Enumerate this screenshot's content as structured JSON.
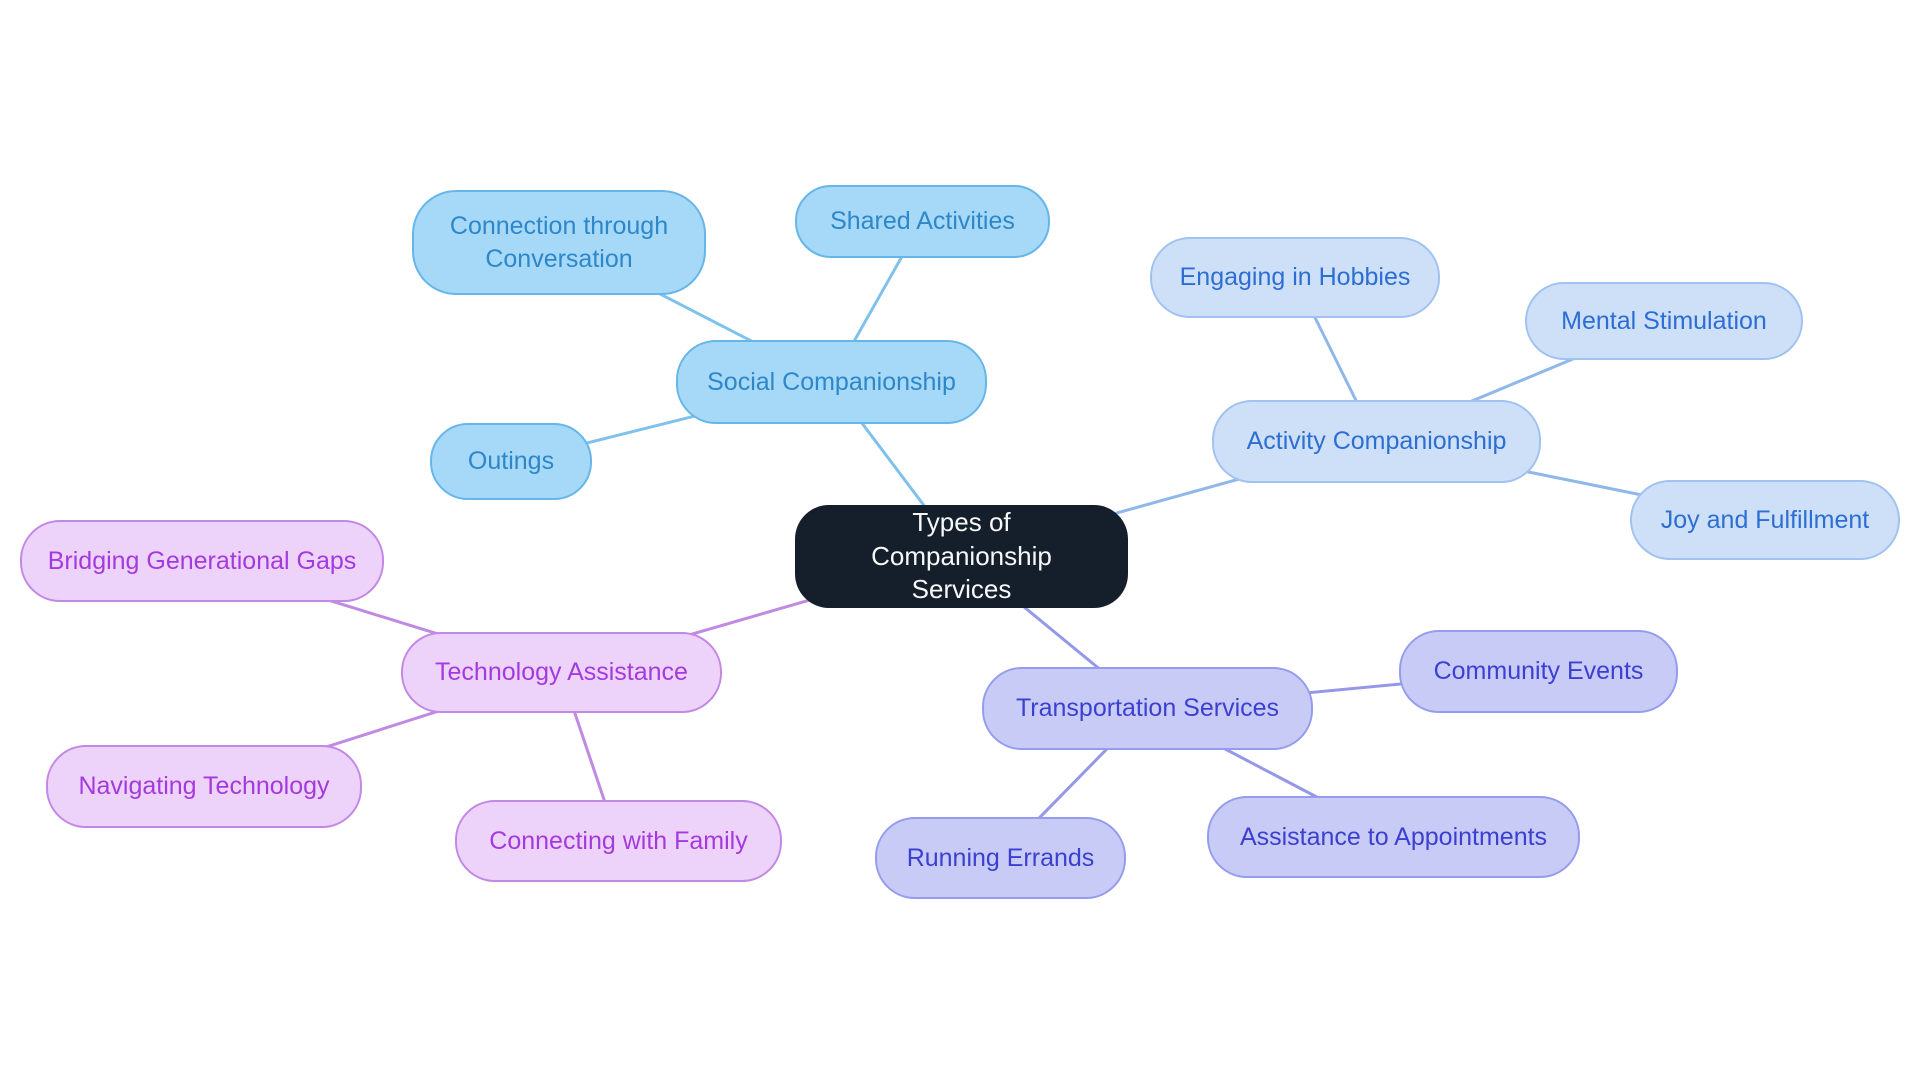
{
  "diagram": {
    "title": "Types of Companionship Services mind map",
    "root": {
      "label": "Types of Companionship Services",
      "fill": "#151f2b",
      "text_color": "#f7f8f9"
    },
    "branches": [
      {
        "name": "social-companionship",
        "label": "Social Companionship",
        "fill": "#a6d8f8",
        "border": "#67b6e9",
        "text_color": "#2d87c9",
        "line_color": "#7fc1ed",
        "children": [
          {
            "label": "Connection through Conversation"
          },
          {
            "label": "Shared Activities"
          },
          {
            "label": "Outings"
          }
        ]
      },
      {
        "name": "activity-companionship",
        "label": "Activity Companionship",
        "fill": "#cde0f8",
        "border": "#a0c2f0",
        "text_color": "#2c6ed3",
        "line_color": "#8fb7ea",
        "children": [
          {
            "label": "Engaging in Hobbies"
          },
          {
            "label": "Mental Stimulation"
          },
          {
            "label": "Joy and Fulfillment"
          }
        ]
      },
      {
        "name": "technology-assistance",
        "label": "Technology Assistance",
        "fill": "#edd3fa",
        "border": "#c387e6",
        "text_color": "#a43ade",
        "line_color": "#c08ae2",
        "children": [
          {
            "label": "Bridging Generational Gaps"
          },
          {
            "label": "Navigating Technology"
          },
          {
            "label": "Connecting with Family"
          }
        ]
      },
      {
        "name": "transportation-services",
        "label": "Transportation Services",
        "fill": "#c8cbf6",
        "border": "#959cee",
        "text_color": "#3c40d0",
        "line_color": "#9598e9",
        "children": [
          {
            "label": "Community Events"
          },
          {
            "label": "Running Errands"
          },
          {
            "label": "Assistance to Appointments"
          }
        ]
      }
    ]
  }
}
